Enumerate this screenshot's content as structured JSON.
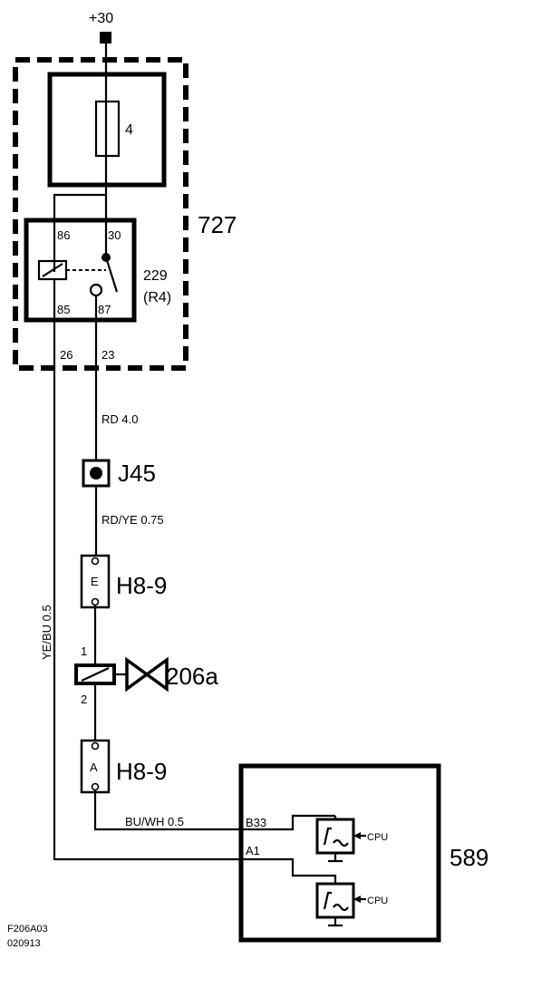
{
  "supply": {
    "label": "+30"
  },
  "fusebox": {
    "id": "727",
    "fuse_number": "4"
  },
  "relay": {
    "id": "229",
    "code": "(R4)",
    "pins": {
      "p86": "86",
      "p30": "30",
      "p85": "85",
      "p87": "87"
    },
    "out_pins": {
      "left": "26",
      "right": "23"
    }
  },
  "wires": {
    "rd": "RD   4.0",
    "rd_ye": "RD/YE  0.75",
    "ye_bu": "YE/BU  0.5",
    "bu_wh": "BU/WH 0.5"
  },
  "splice": {
    "id": "J45"
  },
  "connector_upper": {
    "id": "H8-9",
    "pin": "E"
  },
  "valve": {
    "id": "206a",
    "pin1": "1",
    "pin2": "2"
  },
  "connector_lower": {
    "id": "H8-9",
    "pin": "A"
  },
  "control_module": {
    "id": "589",
    "pin_b33": "B33",
    "pin_a1": "A1",
    "cpu1": "CPU",
    "cpu2": "CPU"
  },
  "footer": {
    "code": "F206A03",
    "date": "020913"
  },
  "colors": {
    "ink": "#000000",
    "paper": "#ffffff"
  }
}
